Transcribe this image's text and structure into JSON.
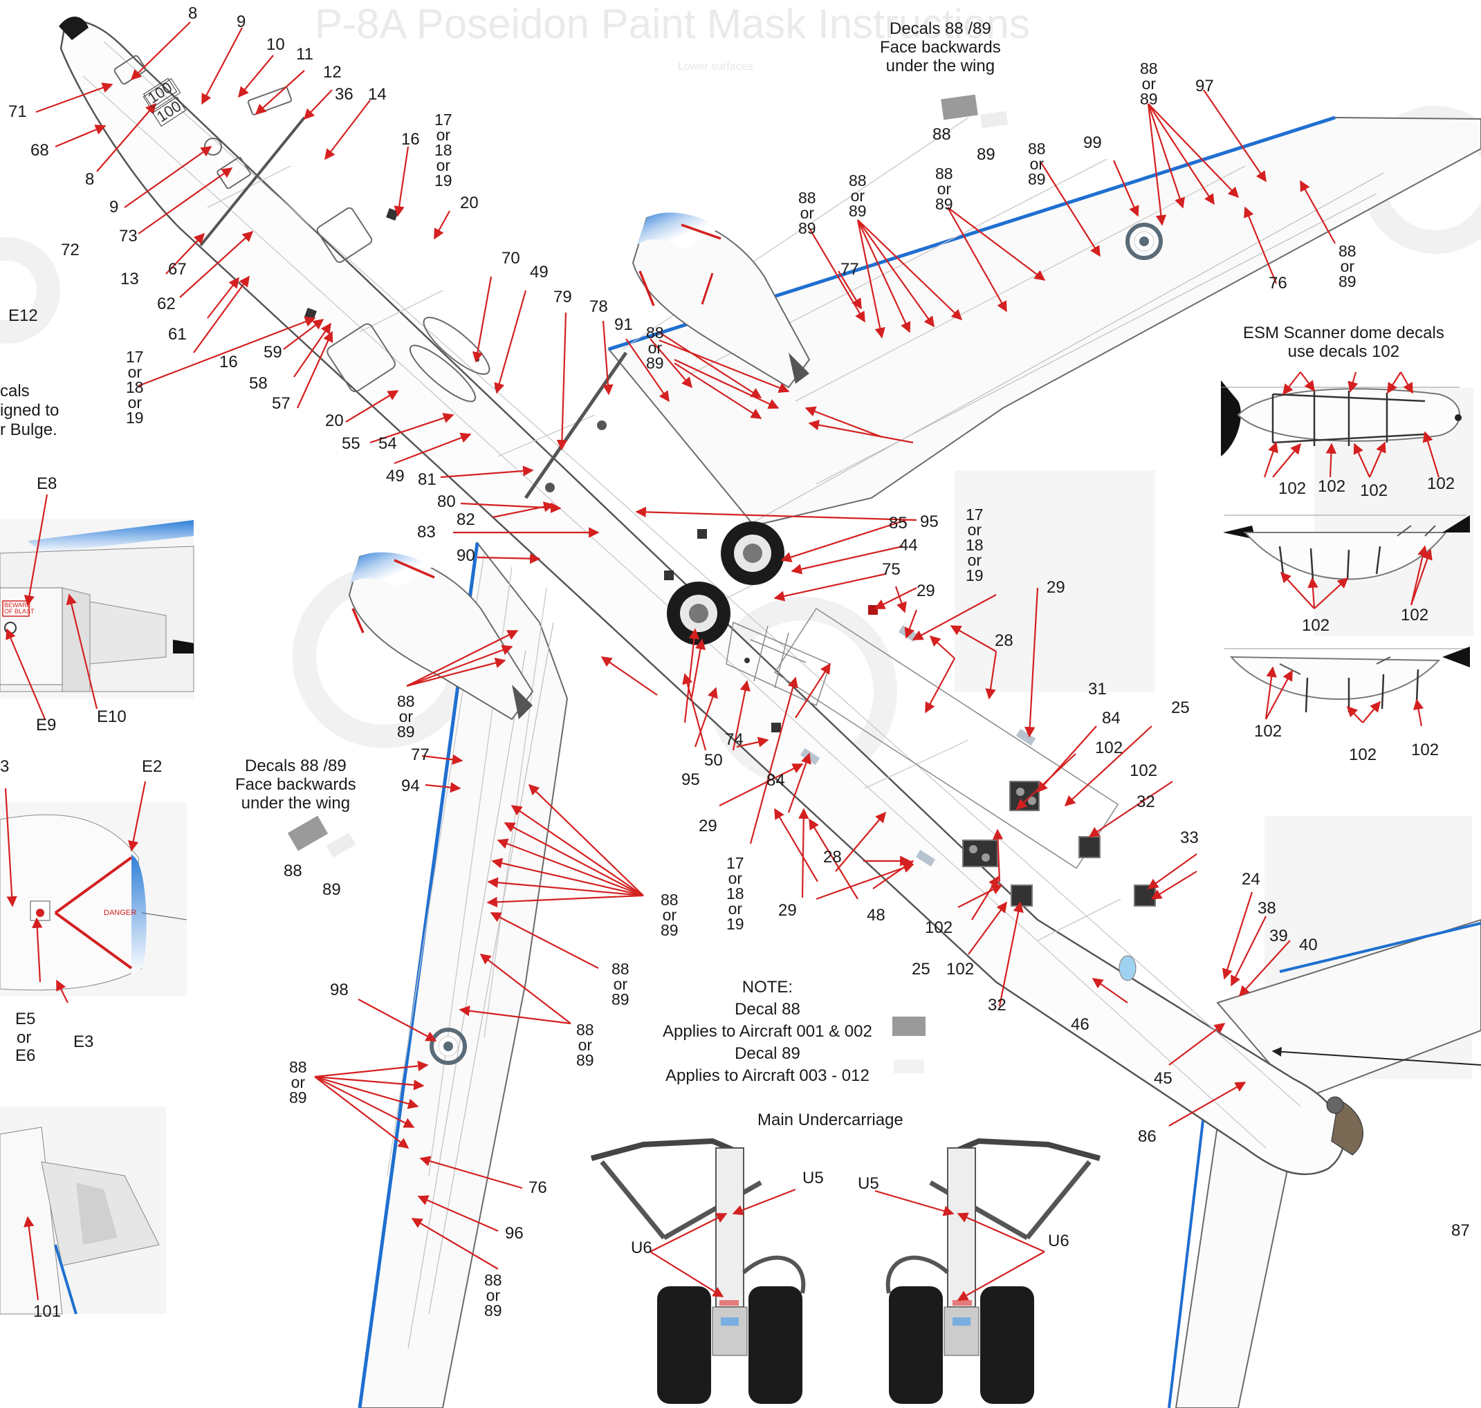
{
  "header": {
    "title": "P-8A Poseidon Paint Mask Instructions",
    "subtitle": "Lower surfaces"
  },
  "notes": {
    "decals_face_top": [
      "Decals 88 /89",
      "Face backwards",
      "under the wing"
    ],
    "decals_face_left": [
      "Decals 88 /89",
      "Face backwards",
      "under the wing"
    ],
    "esm": [
      "ESM Scanner dome decals",
      "use decals 102"
    ],
    "note": [
      "NOTE:",
      "Decal 88",
      "Applies to Aircraft 001 & 002",
      "Decal 89",
      "Applies to Aircraft 003 - 012"
    ],
    "main_undercarriage": "Main Undercarriage",
    "left_partial": [
      "cals",
      "igned to",
      "r Bulge."
    ]
  },
  "stencils": {
    "beware_of_blast": [
      "BEWARE",
      "OF BLAST"
    ],
    "danger": "DANGER",
    "tail_number": "100"
  },
  "labels": {
    "n8": "8",
    "n9": "9",
    "n10": "10",
    "n11": "11",
    "n12": "12",
    "n13": "13",
    "n14": "14",
    "n16": "16",
    "n20": "20",
    "n24": "24",
    "n25": "25",
    "n28": "28",
    "n29": "29",
    "n31": "31",
    "n32": "32",
    "n33": "33",
    "n36": "36",
    "n38": "38",
    "n39": "39",
    "n40": "40",
    "n44": "44",
    "n45": "45",
    "n46": "46",
    "n48": "48",
    "n49": "49",
    "n50": "50",
    "n54": "54",
    "n55": "55",
    "n57": "57",
    "n58": "58",
    "n59": "59",
    "n61": "61",
    "n62": "62",
    "n67": "67",
    "n68": "68",
    "n70": "70",
    "n71": "71",
    "n72": "72",
    "n73": "73",
    "n74": "74",
    "n75": "75",
    "n76": "76",
    "n77": "77",
    "n78": "78",
    "n79": "79",
    "n80": "80",
    "n81": "81",
    "n82": "82",
    "n83": "83",
    "n84": "84",
    "n85": "85",
    "n86": "86",
    "n87": "87",
    "n88": "88",
    "n89": "89",
    "n90": "90",
    "n91": "91",
    "n94": "94",
    "n95": "95",
    "n96": "96",
    "n97": "97",
    "n98": "98",
    "n99": "99",
    "n101": "101",
    "n102": "102",
    "or": "or",
    "n17": "17",
    "n18": "18",
    "n19": "19",
    "E2": "E2",
    "E3": "E3",
    "E5": "E5",
    "E6": "E6",
    "E8": "E8",
    "E9": "E9",
    "E10": "E10",
    "E12": "E12",
    "E3_partial": "3",
    "U5": "U5",
    "U6": "U6"
  },
  "colors": {
    "arrow": "#d42020",
    "text": "#1a1a1a",
    "panel_line": "#b8b8b8",
    "outline": "#555555",
    "wing_edge_blue": "#1f6fd0",
    "roundel_grey": "#5a6b78",
    "tyre": "#1b1b1b"
  }
}
